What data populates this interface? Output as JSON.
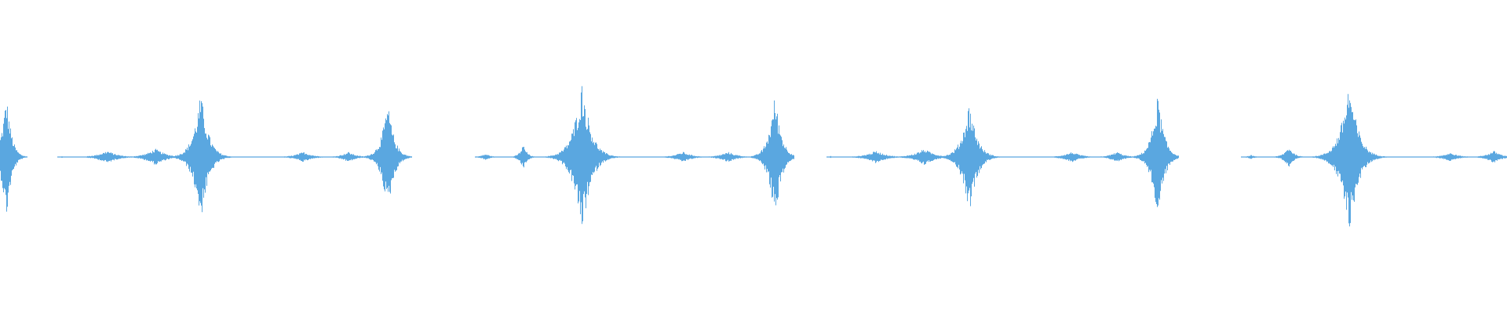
{
  "waveform": {
    "color": "#5aa7e0",
    "baseline": "center",
    "bursts": [
      {
        "t": 0.004,
        "amp": 0.6,
        "width": 0.008
      },
      {
        "t": 0.041,
        "amp": 0.01,
        "width": 0.002
      },
      {
        "t": 0.071,
        "amp": 0.06,
        "width": 0.016
      },
      {
        "t": 0.103,
        "amp": 0.08,
        "width": 0.016
      },
      {
        "t": 0.133,
        "amp": 0.61,
        "width": 0.012
      },
      {
        "t": 0.201,
        "amp": 0.05,
        "width": 0.014
      },
      {
        "t": 0.231,
        "amp": 0.05,
        "width": 0.012
      },
      {
        "t": 0.257,
        "amp": 0.52,
        "width": 0.01
      },
      {
        "t": 0.322,
        "amp": 0.03,
        "width": 0.008
      },
      {
        "t": 0.347,
        "amp": 0.12,
        "width": 0.006
      },
      {
        "t": 0.386,
        "amp": 0.72,
        "width": 0.014
      },
      {
        "t": 0.453,
        "amp": 0.05,
        "width": 0.014
      },
      {
        "t": 0.483,
        "amp": 0.05,
        "width": 0.014
      },
      {
        "t": 0.514,
        "amp": 0.6,
        "width": 0.01
      },
      {
        "t": 0.551,
        "amp": 0.01,
        "width": 0.002
      },
      {
        "t": 0.581,
        "amp": 0.06,
        "width": 0.016
      },
      {
        "t": 0.613,
        "amp": 0.08,
        "width": 0.016
      },
      {
        "t": 0.643,
        "amp": 0.53,
        "width": 0.012
      },
      {
        "t": 0.711,
        "amp": 0.05,
        "width": 0.014
      },
      {
        "t": 0.741,
        "amp": 0.05,
        "width": 0.012
      },
      {
        "t": 0.768,
        "amp": 0.6,
        "width": 0.01
      },
      {
        "t": 0.83,
        "amp": 0.02,
        "width": 0.006
      },
      {
        "t": 0.855,
        "amp": 0.1,
        "width": 0.008
      },
      {
        "t": 0.895,
        "amp": 0.72,
        "width": 0.014
      },
      {
        "t": 0.962,
        "amp": 0.04,
        "width": 0.014
      },
      {
        "t": 0.991,
        "amp": 0.06,
        "width": 0.012
      }
    ],
    "gaps": [
      {
        "start": 0.018,
        "end": 0.038
      },
      {
        "start": 0.273,
        "end": 0.315
      },
      {
        "start": 0.527,
        "end": 0.548
      },
      {
        "start": 0.782,
        "end": 0.823
      }
    ]
  }
}
